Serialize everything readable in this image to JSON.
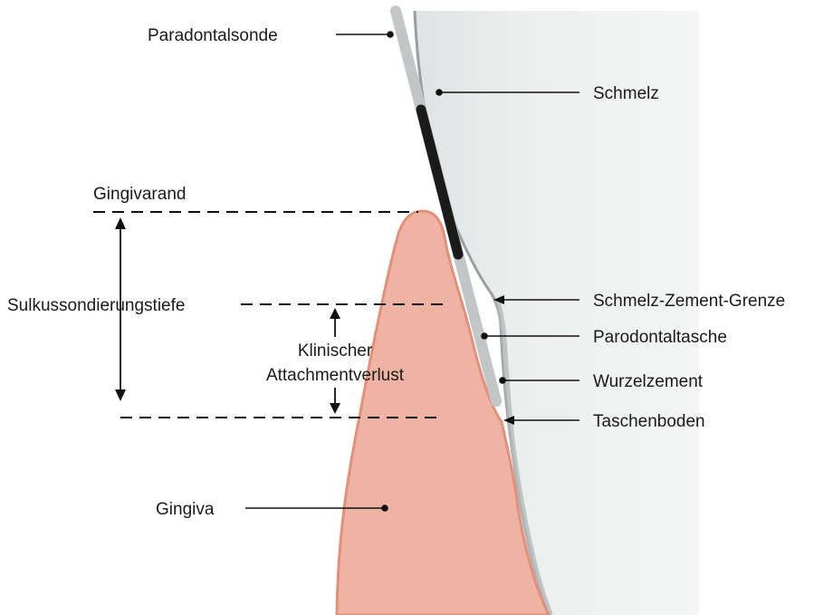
{
  "labels": {
    "paradontalsonde": "Paradontalsonde",
    "schmelz": "Schmelz",
    "gingivarand": "Gingivarand",
    "sulkussondierungstiefe": "Sulkussondierungstiefe",
    "klinischer_line1": "Klinischer",
    "klinischer_line2": "Attachmentverlust",
    "schmelz_zement_grenze": "Schmelz-Zement-Grenze",
    "parodontaltasche": "Parodontaltasche",
    "wurzelzement": "Wurzelzement",
    "taschenboden": "Taschenboden",
    "gingiva": "Gingiva"
  },
  "colors": {
    "tooth": "#e9ecec",
    "tooth_edge": "#9a9e9f",
    "cementum": "#b5b9ba",
    "gingiva": "#eeb3a2",
    "gingiva_edge": "#e3907a",
    "probe": "#c2c6c7",
    "probe_marking": "#1b1b1b",
    "line": "#111111"
  }
}
